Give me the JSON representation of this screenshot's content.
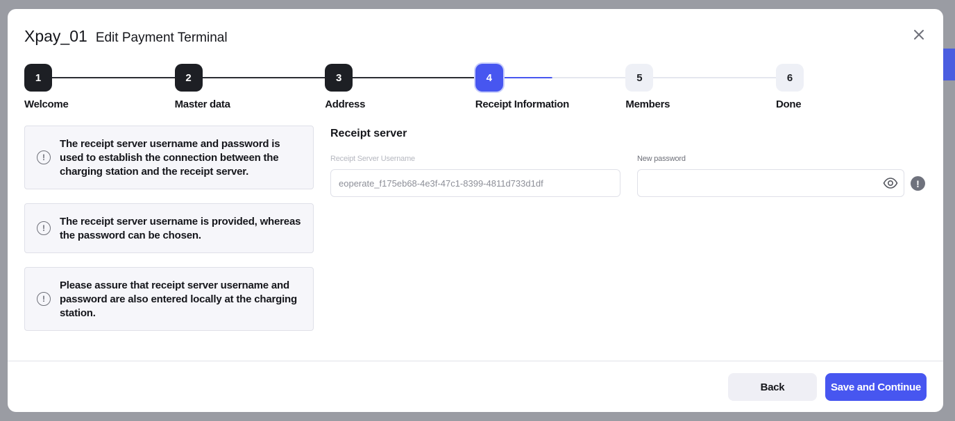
{
  "header": {
    "terminal_name": "Xpay_01",
    "title": "Edit Payment Terminal",
    "close_icon": "close-icon"
  },
  "stepper": {
    "current_step": 4,
    "progress_into_next_segment": 0.4,
    "steps": [
      {
        "number": "1",
        "label": "Welcome",
        "status": "done"
      },
      {
        "number": "2",
        "label": "Master data",
        "status": "done"
      },
      {
        "number": "3",
        "label": "Address",
        "status": "done"
      },
      {
        "number": "4",
        "label": "Receipt Information",
        "status": "active"
      },
      {
        "number": "5",
        "label": "Members",
        "status": "todo"
      },
      {
        "number": "6",
        "label": "Done",
        "status": "todo"
      }
    ]
  },
  "info_cards": [
    {
      "icon": "info-icon",
      "text": "The receipt server username and password is used to establish the connection between the charging station and the receipt server."
    },
    {
      "icon": "info-icon",
      "text": "The receipt server username is provided, whereas the password can be chosen."
    },
    {
      "icon": "info-icon",
      "text": "Please assure that receipt server username and password are also entered locally at the charging station."
    }
  ],
  "form": {
    "section_title": "Receipt server",
    "username": {
      "label": "Receipt Server Username",
      "value": "eoperate_f175eb68-4e3f-47c1-8399-4811d733d1df",
      "readonly": true
    },
    "password": {
      "label": "New password",
      "value": "",
      "toggle_icon": "eye-icon",
      "hint_icon": "warning-icon"
    }
  },
  "footer": {
    "back_label": "Back",
    "save_label": "Save and Continue"
  },
  "colors": {
    "accent": "#4756f0",
    "done": "#1d1f24",
    "todo": "#eef0f6",
    "overlay": "#9a9ca3"
  }
}
